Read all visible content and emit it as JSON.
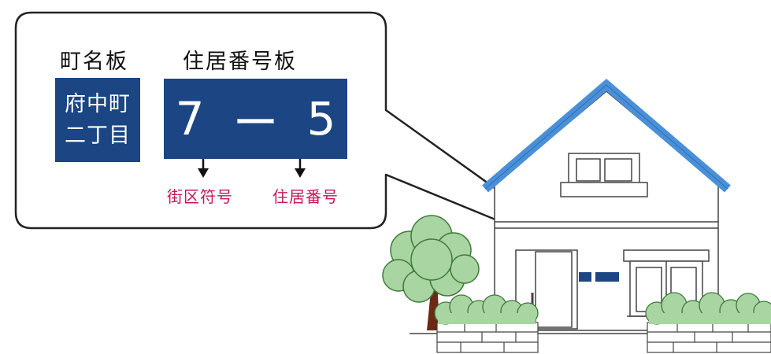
{
  "town_sign": {
    "heading": "町名板",
    "lines": [
      "府中町",
      "二丁目"
    ]
  },
  "address_sign": {
    "heading": "住居番号板",
    "block_number": "7",
    "separator": "ー",
    "house_number": "5"
  },
  "captions": {
    "block": "街区符号",
    "house": "住居番号"
  },
  "colors": {
    "plate": "#1b4583",
    "caption": "#c2185b",
    "roof": "#4a90d9",
    "tree": "#a8d5a2"
  }
}
